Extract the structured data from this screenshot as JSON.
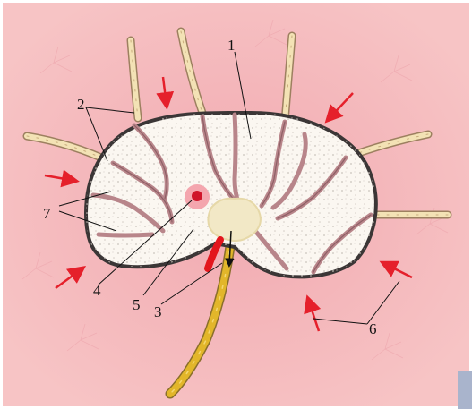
{
  "labels": {
    "l1": "1",
    "l2": "2",
    "l3": "3",
    "l4": "4",
    "l5": "5",
    "l6": "6",
    "l7": "7"
  },
  "colors": {
    "background": "#f6c0c2",
    "node_fill": "#fbf7f1",
    "capsule": "#3b3636",
    "trabeculae": "#b8858a",
    "lymph_vessel": "#f3e2b5",
    "vessel_outline": "#9d8060",
    "efferent_vessel": "#e2b62a",
    "artery": "#e3151c",
    "arrow": "#e5202b",
    "germinal_center": "#e0283a"
  }
}
